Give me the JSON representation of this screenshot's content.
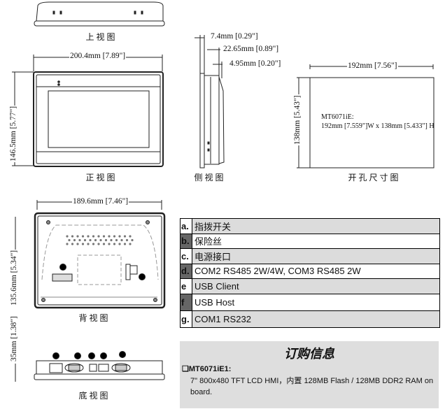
{
  "views": {
    "top_caption": "上视图",
    "front_caption": "正视图",
    "side_caption": "侧视图",
    "cutout_caption": "开孔尺寸图",
    "back_caption": "背视图",
    "bottom_caption": "底视图"
  },
  "dimensions": {
    "front_width": "200.4mm [7.89\"]",
    "front_height": "146.5mm [5.77\"]",
    "side_1": "7.4mm [0.29\"]",
    "side_2": "22.65mm [0.89\"]",
    "side_3": "4.95mm [0.20\"]",
    "cutout_width": "192mm [7.56\"]",
    "cutout_height": "138mm [5.43\"]",
    "cutout_model": "MT6071iE:",
    "cutout_size": "192mm [7.559\"]W x 138mm [5.433\"] H",
    "back_width": "189.6mm [7.46\"]",
    "back_height": "135.6mm [5.34\"]",
    "bottom_depth": "35mm [1.38\"]"
  },
  "port_markers": [
    "a",
    "b",
    "c",
    "d",
    "e",
    "f",
    "g"
  ],
  "ports": [
    {
      "key": "a.",
      "label": "指拨开关"
    },
    {
      "key": "b.",
      "label": "保险丝"
    },
    {
      "key": "c.",
      "label": "电源接口"
    },
    {
      "key": "d.",
      "label": "COM2 RS485 2W/4W, COM3 RS485 2W"
    },
    {
      "key": "e",
      "label": "USB Client"
    },
    {
      "key": "f",
      "label": "USB Host"
    },
    {
      "key": "g.",
      "label": "COM1 RS232"
    }
  ],
  "order": {
    "title": "订购信息",
    "model": "❑MT6071iE1:",
    "description": "7\" 800x480 TFT LCD HMI，内置  128MB Flash / 128MB DDR2 RAM on board."
  }
}
